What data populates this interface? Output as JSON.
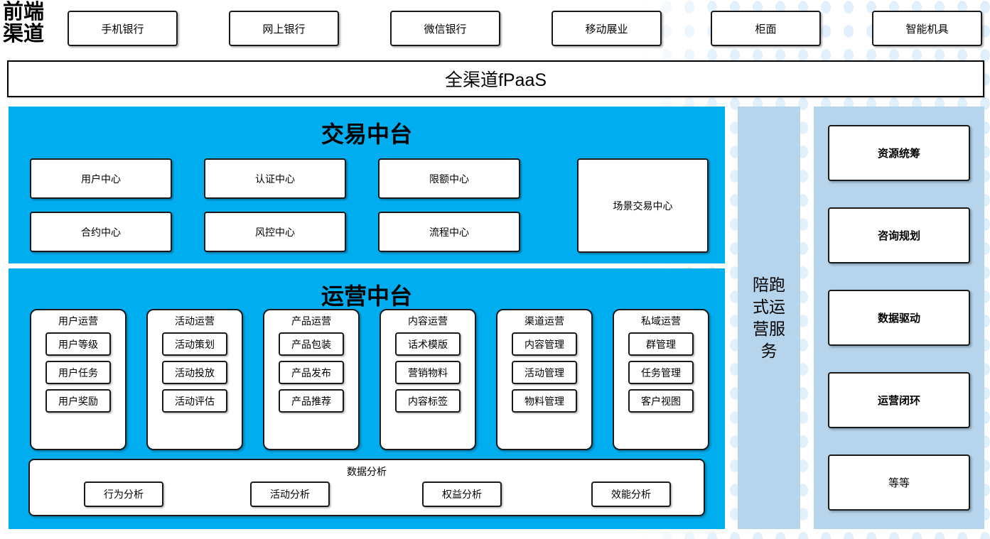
{
  "colors": {
    "cyan_panel": "#00AEF0",
    "light_blue_panel": "#B6D4EC",
    "box_border": "#1a1a1a",
    "dot_pattern": "#ddeefb"
  },
  "channel_row": {
    "label": "前端渠道",
    "items": [
      {
        "label": "手机银行"
      },
      {
        "label": "网上银行"
      },
      {
        "label": "微信银行"
      },
      {
        "label": "移动展业"
      },
      {
        "label": "柜面"
      },
      {
        "label": "智能机具"
      }
    ]
  },
  "fpaas_bar": {
    "label": "全渠道fPaaS"
  },
  "trade_platform": {
    "title": "交易中台",
    "boxes": [
      {
        "label": "用户中心"
      },
      {
        "label": "认证中心"
      },
      {
        "label": "限额中心"
      },
      {
        "label": "合约中心"
      },
      {
        "label": "风控中心"
      },
      {
        "label": "流程中心"
      }
    ],
    "tall_box": {
      "label": "场景交易中心"
    }
  },
  "ops_platform": {
    "title": "运营中台",
    "groups": [
      {
        "title": "用户运营",
        "items": [
          "用户等级",
          "用户任务",
          "用户奖励"
        ]
      },
      {
        "title": "活动运营",
        "items": [
          "活动策划",
          "活动投放",
          "活动评估"
        ]
      },
      {
        "title": "产品运营",
        "items": [
          "产品包装",
          "产品发布",
          "产品推荐"
        ]
      },
      {
        "title": "内容运营",
        "items": [
          "话术模版",
          "营销物料",
          "内容标签"
        ]
      },
      {
        "title": "渠道运营",
        "items": [
          "内容管理",
          "活动管理",
          "物料管理"
        ]
      },
      {
        "title": "私域运营",
        "items": [
          "群管理",
          "任务管理",
          "客户视图"
        ]
      }
    ],
    "analysis": {
      "title": "数据分析",
      "items": [
        "行为分析",
        "活动分析",
        "权益分析",
        "效能分析"
      ]
    }
  },
  "service_column": {
    "label": "陪跑式运营服务"
  },
  "capability_column": {
    "items": [
      {
        "label": "资源统筹",
        "bold": true
      },
      {
        "label": "咨询规划",
        "bold": true
      },
      {
        "label": "数据驱动",
        "bold": true
      },
      {
        "label": "运营闭环",
        "bold": true
      },
      {
        "label": "等等",
        "bold": false
      }
    ]
  }
}
